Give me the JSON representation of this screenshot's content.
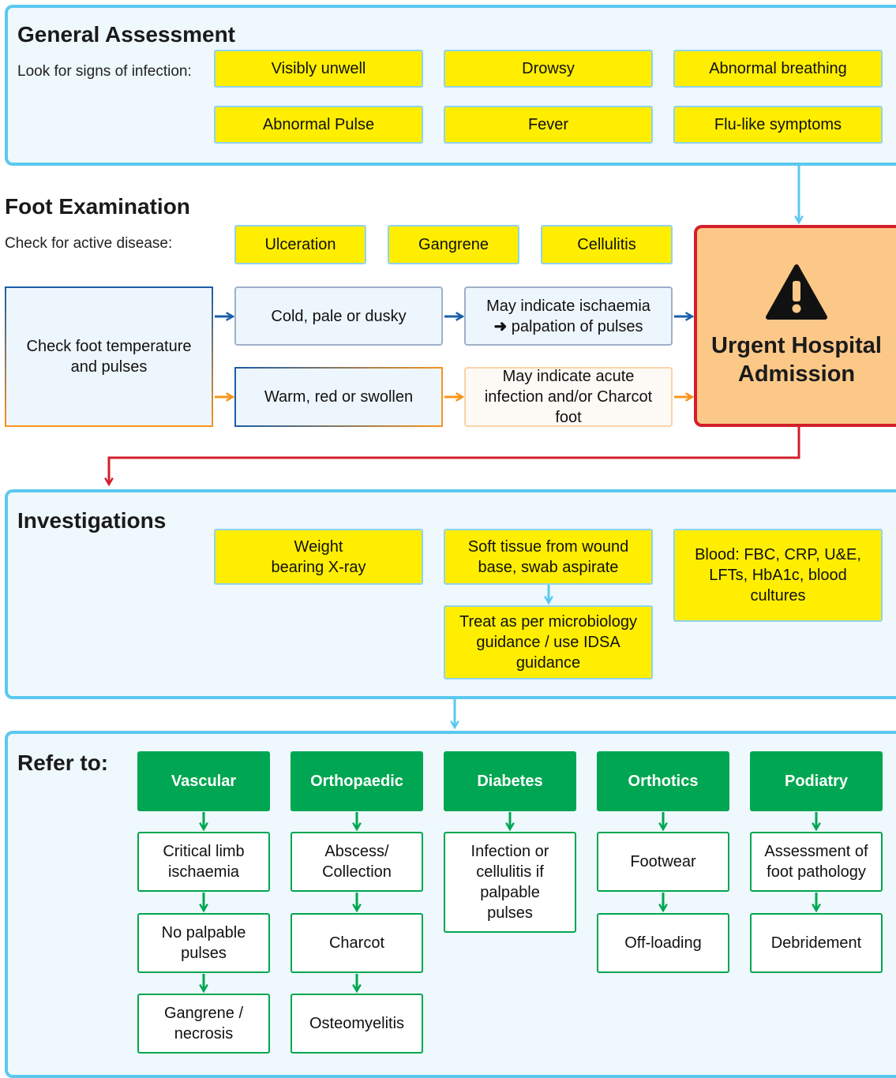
{
  "general": {
    "title": "General Assessment",
    "subtitle": "Look for signs of infection:",
    "signs": [
      "Visibly unwell",
      "Drowsy",
      "Abnormal breathing",
      "Abnormal Pulse",
      "Fever",
      "Flu-like symptoms"
    ]
  },
  "foot": {
    "title": "Foot Examination",
    "subtitle": "Check for active disease:",
    "disease": [
      "Ulceration",
      "Gangrene",
      "Cellulitis"
    ],
    "check": "Check foot temperature and pulses",
    "cold": "Cold, pale or dusky",
    "ischaemia_line1": "May indicate ischaemia",
    "ischaemia_line2": "palpation of pulses",
    "warm": "Warm, red or swollen",
    "infection": "May indicate acute infection and/or Charcot foot"
  },
  "urgent": {
    "title": "Urgent Hospital Admission",
    "icon": "warning-triangle-icon"
  },
  "investigations": {
    "title": "Investigations",
    "xray": "Weight bearing X-ray",
    "tissue": "Soft tissue from wound base, swab aspirate",
    "treat": "Treat as per microbiology guidance / use IDSA guidance",
    "bloods": "Blood: FBC, CRP, U&E, LFTs, HbA1c, blood cultures"
  },
  "refer": {
    "title": "Refer to:",
    "columns": [
      {
        "head": "Vascular",
        "items": [
          "Critical limb ischaemia",
          "No palpable pulses",
          "Gangrene / necrosis"
        ]
      },
      {
        "head": "Orthopaedic",
        "items": [
          "Abscess/ Collection",
          "Charcot",
          "Osteomyelitis"
        ]
      },
      {
        "head": "Diabetes",
        "items": [
          "Infection or cellulitis if palpable pulses"
        ]
      },
      {
        "head": "Orthotics",
        "items": [
          "Footwear",
          "Off-loading"
        ]
      },
      {
        "head": "Podiatry",
        "items": [
          "Assessment of foot pathology",
          "Debridement"
        ]
      }
    ]
  },
  "colors": {
    "panel_border": "#5bc8f0",
    "yellow": "#ffee00",
    "green": "#00a651",
    "red": "#d31f2a",
    "orange": "#f7941d",
    "blue": "#1a5ea8"
  }
}
